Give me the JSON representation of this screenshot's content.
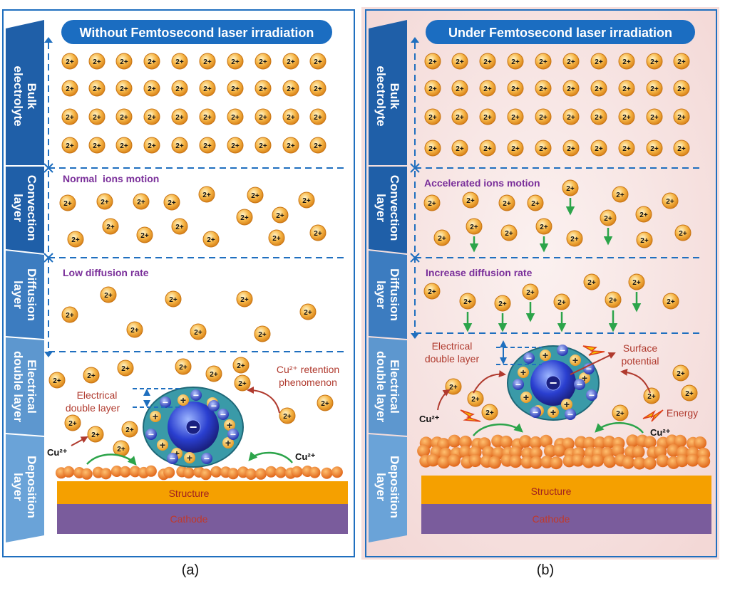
{
  "panels": [
    {
      "id": "a",
      "title": "Without Femtosecond laser irradiation",
      "caption": "(a)",
      "layers": [
        "Bulk electrolyte",
        "Convection layer",
        "Diffusion layer",
        "Electrical double layer",
        "Deposition layer"
      ],
      "labels": {
        "convection": "Normal  ions motion",
        "diffusion": "Low diffusion rate",
        "edl": "Electrical double layer",
        "retention": "Cu²⁺ retention phenomenon",
        "cu_left": "Cu²⁺",
        "cu_right": "Cu²⁺"
      },
      "structure": "Structure",
      "cathode": "Cathode"
    },
    {
      "id": "b",
      "title": "Under Femtosecond laser irradiation",
      "caption": "(b)",
      "layers": [
        "Bulk electrolyte",
        "Convection layer",
        "Diffusion layer",
        "Electrical double layer",
        "Deposition layer"
      ],
      "labels": {
        "convection": "Accelerated ions motion",
        "diffusion": "Increase diffusion rate",
        "edl": "Electrical double layer",
        "surface_potential": "Surface potential",
        "energy": "Energy",
        "cu_left": "Cu²⁺",
        "cu_right": "Cu²⁺"
      },
      "structure": "Structure",
      "cathode": "Cathode"
    }
  ],
  "ion_label": "2+",
  "cluster_core": "−",
  "charges": {
    "plus": "+",
    "minus": "−"
  },
  "colors": {
    "ion": "#f2a230",
    "layer_dark": "#1f5fa8",
    "layer_light": "#5d97cf",
    "title_bg": "#1b6dc1",
    "dashed": "#1f6fbf",
    "label_purple": "#7a2f9a",
    "label_red": "#b03a2e",
    "structure": "#f5a000",
    "cathode": "#7a5c9c",
    "arrow_green": "#2ca44a"
  }
}
